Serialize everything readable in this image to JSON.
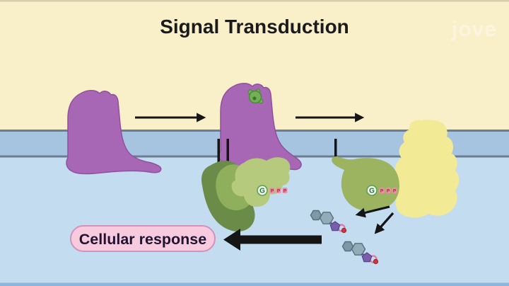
{
  "header": {
    "title": "Signal Transduction",
    "watermark": "jove"
  },
  "labels": {
    "cellular_response": "Cellular response",
    "g": "G",
    "p": "P"
  },
  "colors": {
    "extracellular": "#F9EFC8",
    "top_edge": "#D8CFAE",
    "membrane": "#A6C3E0",
    "membrane_border": "#6B7D93",
    "cytoplasm": "#C4DCF0",
    "bottom_edge": "#8FB5DC",
    "receptor": "#A867B5",
    "receptor_stroke": "#924FA0",
    "ligand": "#72B055",
    "ligand_stroke": "#4E8A3B",
    "ligand_dot": "#3F7030",
    "g_dark_green": "#6B8B48",
    "g_mid_green": "#8FAF5D",
    "g_light_green": "#B6CA7D",
    "g_alpha_green": "#9CB45F",
    "effector_yellow": "#F2EA94",
    "arrow_black": "#151515",
    "pill_fill": "#F8CADD",
    "pill_stroke": "#D093BB",
    "pill_text": "#201432",
    "title_text": "#1B1B1D",
    "logo_text": "#FFFFFF",
    "g_badge_fill": "#F2F7EE",
    "g_badge_stroke": "#57A14E",
    "g_text": "#1C7A2E",
    "p_chip": "#EF8FA6",
    "p_text": "#AB1F3F",
    "messenger_ring_small": "#7E98A6",
    "messenger_ring_large": "#93ACBA",
    "messenger_stroke": "#55707E",
    "messenger_pentagon": "#7A5EAE",
    "messenger_pink_ring": "#DD7FA5",
    "messenger_dot": "#CE3442"
  }
}
